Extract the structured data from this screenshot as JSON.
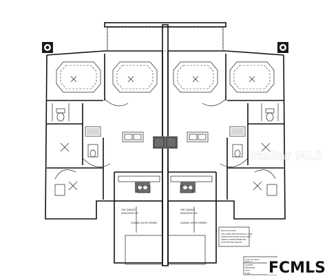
{
  "note_box": {
    "lines": [
      "Electrical Note:",
      "ADD LABEL PER ELECTRICAL CODE",
      "SMOKE DETECTORS TO BE HARD",
      "WIRED & INTERCONNECTED",
      "WITH BATTERY BACKUP"
    ]
  },
  "load_box": {
    "title": "Load Analysis",
    "subtitle": "Panel 'A'",
    "rows": [
      "LIGHTING",
      "APPLIANCES",
      "HVAC",
      "TOTAL"
    ]
  },
  "garage_left": {
    "labels": [
      "CAR GARAGE",
      "DEDICATED GFI",
      "GARAGE DOOR OPENER"
    ]
  },
  "garage_right": {
    "labels": [
      "CAR GARAGE",
      "DEDICATED GFI",
      "GARAGE DOOR OPENER"
    ]
  },
  "watermark": "Stellar MLS",
  "logo_text": "FCMLS"
}
